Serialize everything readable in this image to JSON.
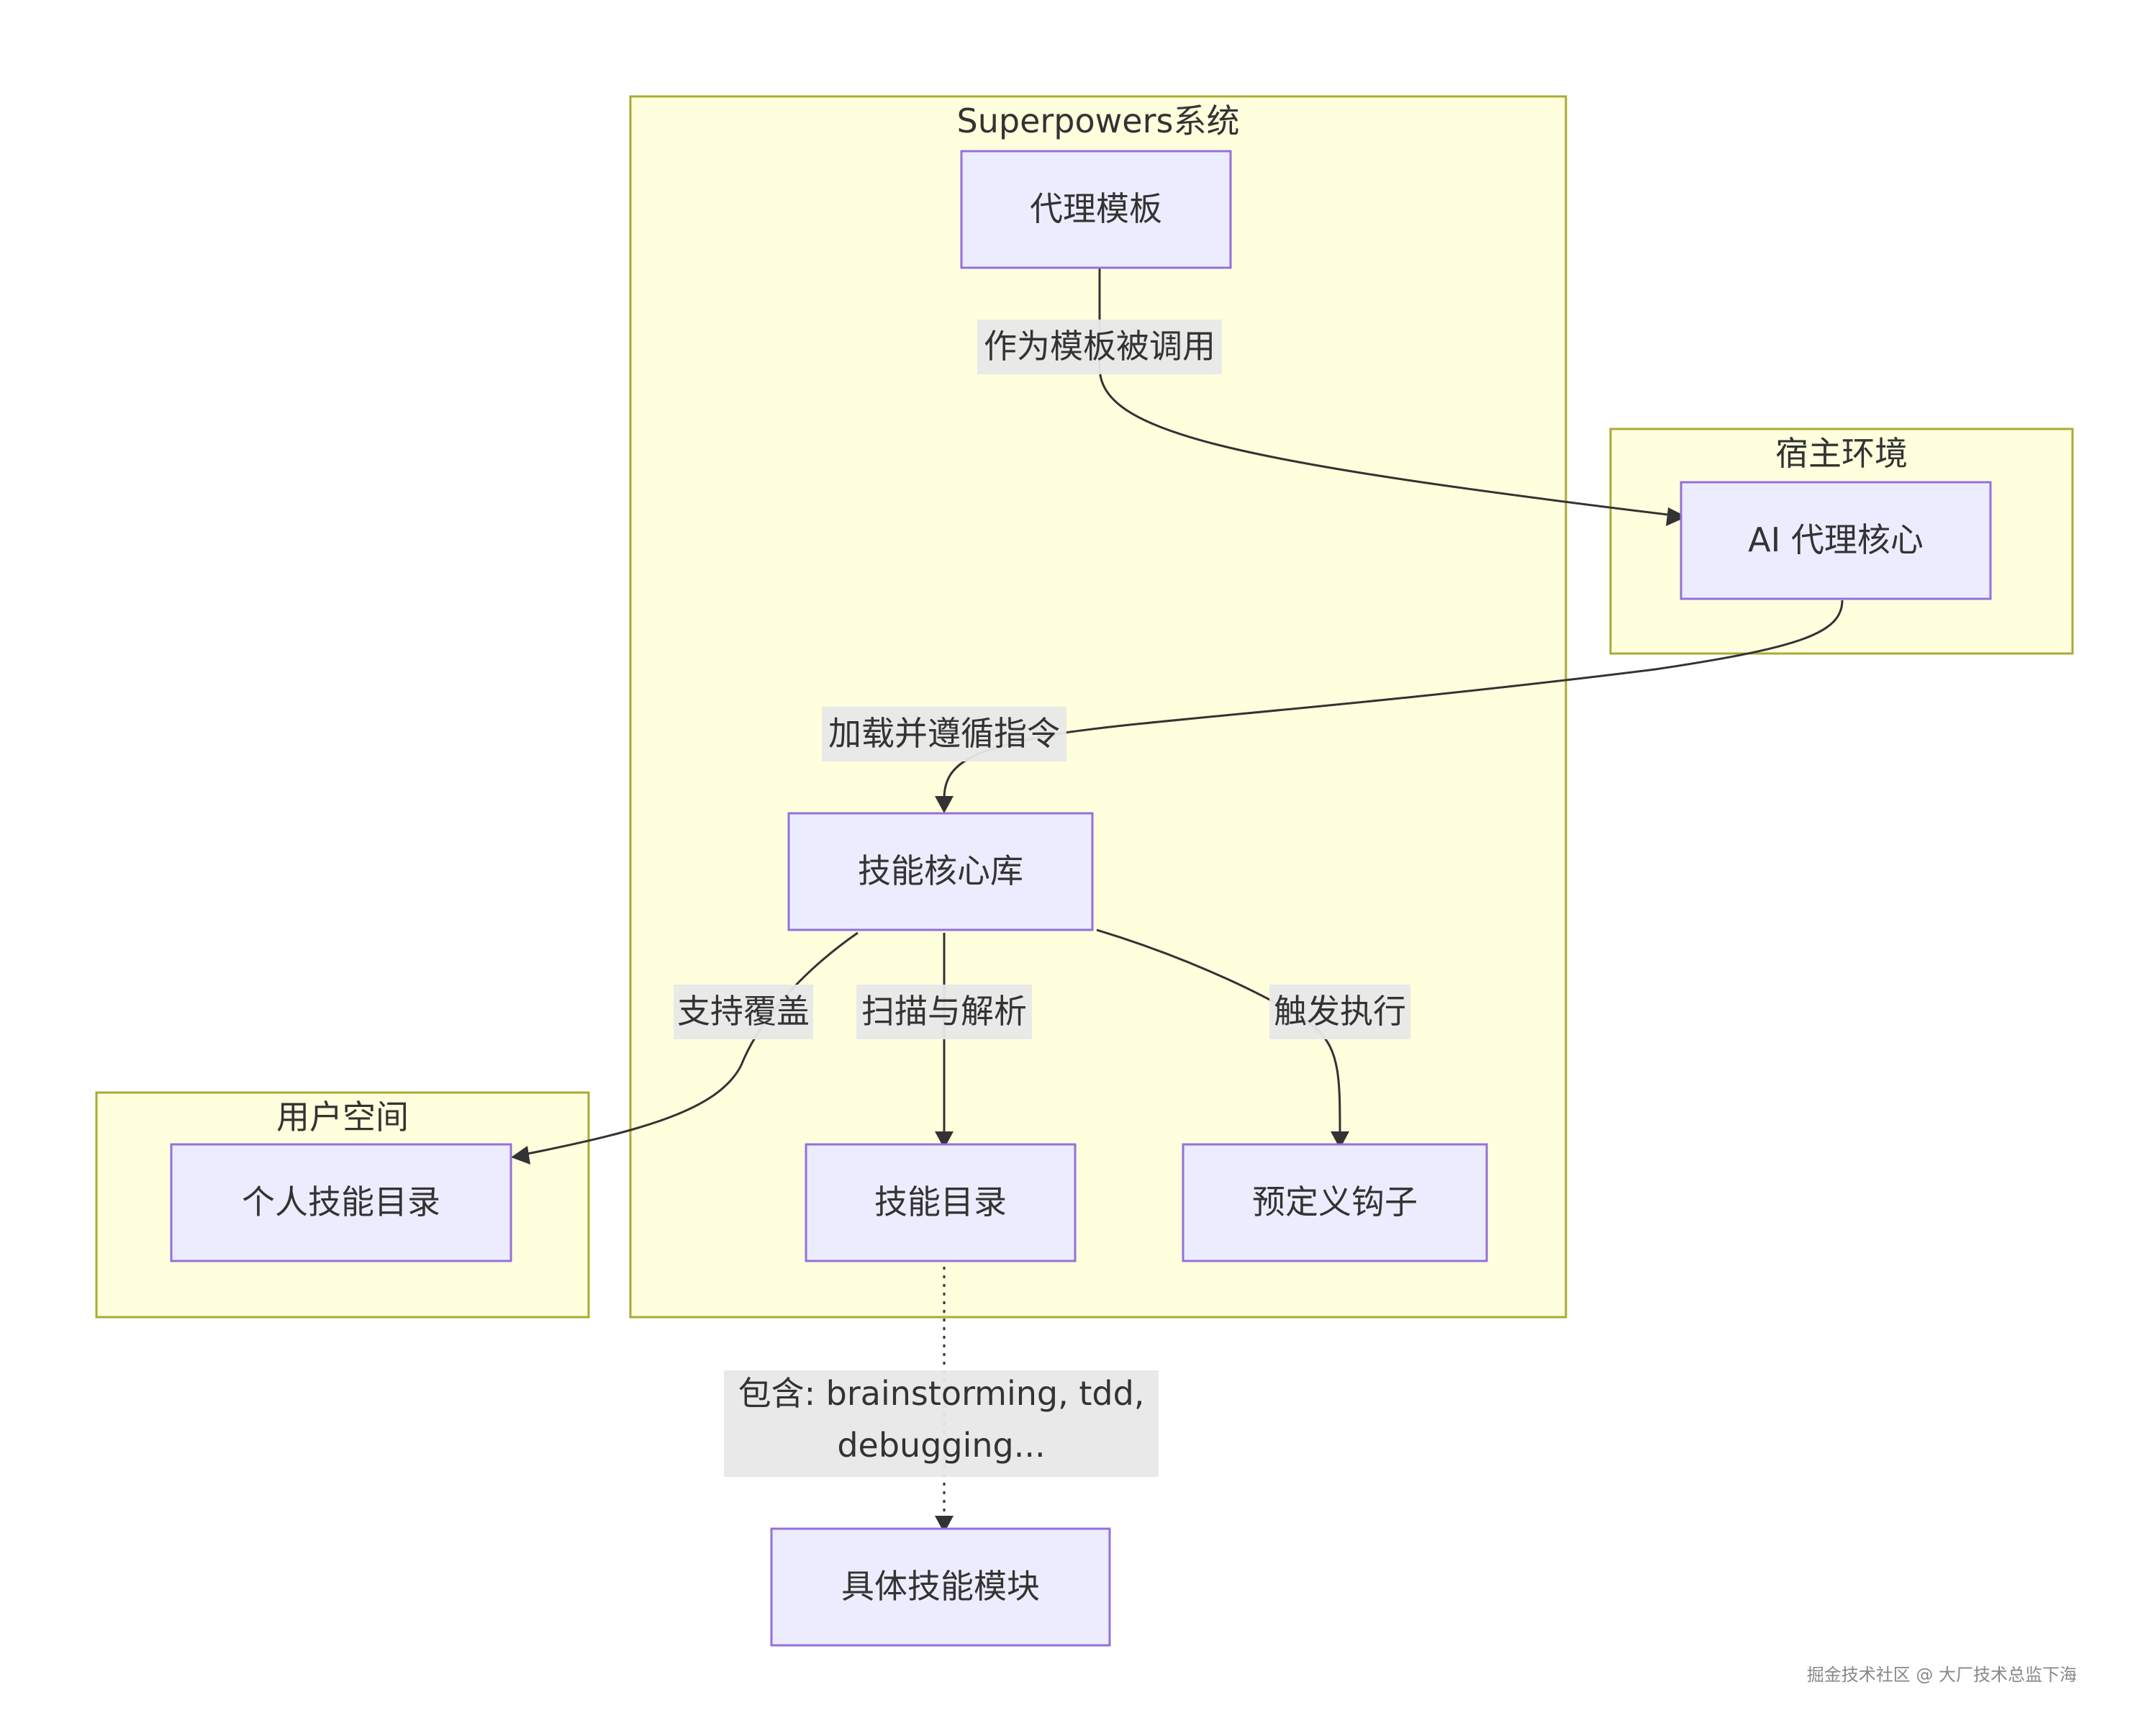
{
  "clusters": {
    "superpowers": "Superpowers系统",
    "host": "宿主环境",
    "user": "用户空间"
  },
  "nodes": {
    "agent_template": "代理模板",
    "ai_core": "AI 代理核心",
    "skill_core": "技能核心库",
    "personal_skills": "个人技能目录",
    "skill_dir": "技能目录",
    "hooks": "预定义钩子",
    "skill_modules": "具体技能模块"
  },
  "edges": {
    "template_to_core": "作为模板被调用",
    "core_to_library": "加载并遵循指令",
    "override": "支持覆盖",
    "scan_parse": "扫描与解析",
    "trigger": "触发执行",
    "contains_line1": "包含: brainstorming, tdd,",
    "contains_line2": "debugging..."
  },
  "watermark": "掘金技术社区 @ 大厂技术总监下海"
}
